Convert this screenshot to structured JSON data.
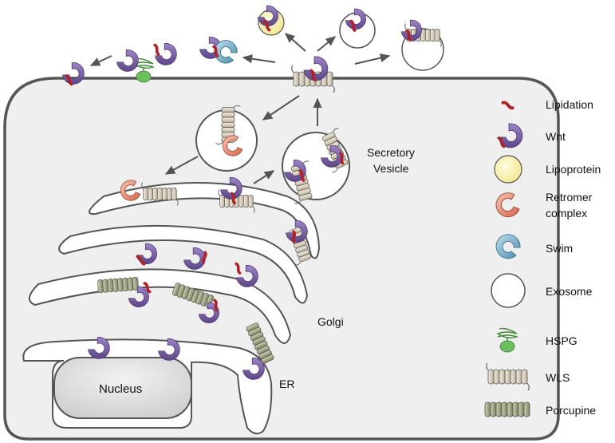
{
  "labels": {
    "secretory_vesicle_line1": "Secretory",
    "secretory_vesicle_line2": "Vesicle",
    "golgi": "Golgi",
    "er": "ER",
    "nucleus": "Nucleus"
  },
  "legend": [
    {
      "id": "lipidation",
      "label": "Lipidation",
      "icon": "lipidation-icon"
    },
    {
      "id": "wnt",
      "label": "Wnt",
      "icon": "wnt-icon"
    },
    {
      "id": "lipoprotein",
      "label": "Lipoprotein",
      "icon": "lipoprotein-icon"
    },
    {
      "id": "retromer",
      "label_line1": "Retromer",
      "label_line2": "complex",
      "icon": "retromer-complex-icon"
    },
    {
      "id": "swim",
      "label": "Swim",
      "icon": "swim-icon"
    },
    {
      "id": "exosome",
      "label": "Exosome",
      "icon": "exosome-icon"
    },
    {
      "id": "hspg",
      "label": "HSPG",
      "icon": "hspg-icon"
    },
    {
      "id": "wls",
      "label": "WLS",
      "icon": "wls-icon"
    },
    {
      "id": "porcupine",
      "label": "Porcupine",
      "icon": "porcupine-icon"
    }
  ],
  "colors": {
    "wnt": "#7b5ea7",
    "lipidation": "#b41f24",
    "lipoprotein": "#fbf3ae",
    "retromer": "#e8866f",
    "swim": "#69a6c4",
    "hspg": "#6cbf5d",
    "wls": "#ddd5c4",
    "porcupine": "#a6aa8a",
    "cell_fill": "#efefef",
    "outline": "#555555"
  }
}
